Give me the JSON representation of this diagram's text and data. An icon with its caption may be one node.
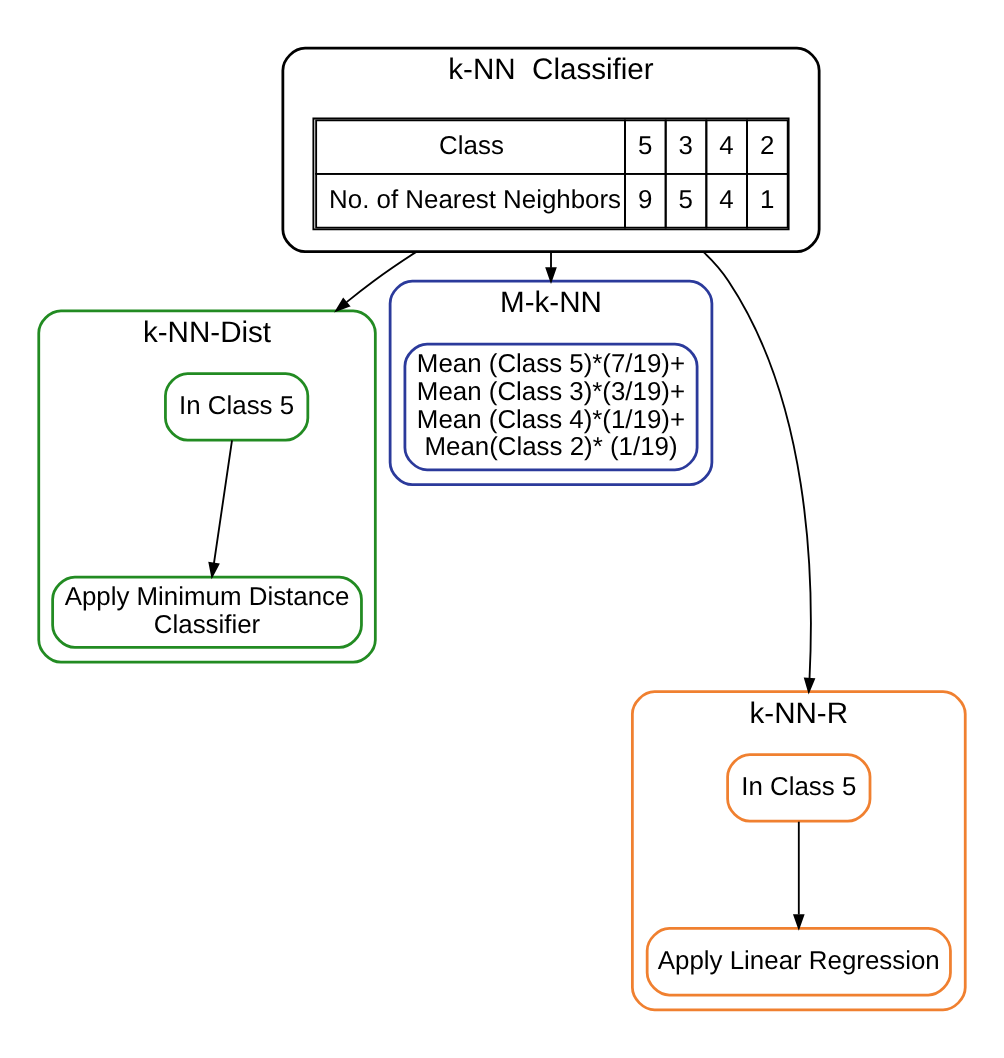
{
  "diagram": {
    "nodes": [
      {
        "text": [
          "k-NN  Classifier"
        ]
      },
      {
        "text": [
          "k-NN-Dist"
        ]
      },
      {
        "text": [
          "In Class 5"
        ],
        "in": 1
      },
      {
        "text": [
          "Apply Minimum Distance Classifier"
        ],
        "in": 1
      },
      {
        "text": [
          "M-k-NN"
        ]
      },
      {
        "text": [
          "Mean (Class 5)*(7/19)+ Mean (Class 3)*(3/19)+ Mean (Class 4)*(1/19)+ Mean(Class 2)* (1/19)"
        ],
        "in": 4
      },
      {
        "text": [
          "k-NN-R"
        ]
      },
      {
        "text": [
          "In Class 5"
        ],
        "in": 6
      },
      {
        "text": [
          "Apply Linear Regression"
        ],
        "in": 6
      }
    ],
    "edges": [
      {
        "from": 0,
        "to": 1,
        "arrow": "to"
      },
      {
        "from": 0,
        "to": 6,
        "arrow": "to"
      },
      {
        "from": 0,
        "to": 4,
        "arrow": "to"
      },
      {
        "from": 2,
        "to": 3,
        "arrow": "to"
      },
      {
        "from": 7,
        "to": 8,
        "arrow": "to"
      }
    ],
    "labels": [
      "Class",
      "5",
      "3",
      "4",
      "2",
      "No. of Nearest Neighbors",
      "9",
      "5",
      "4",
      "1"
    ]
  }
}
